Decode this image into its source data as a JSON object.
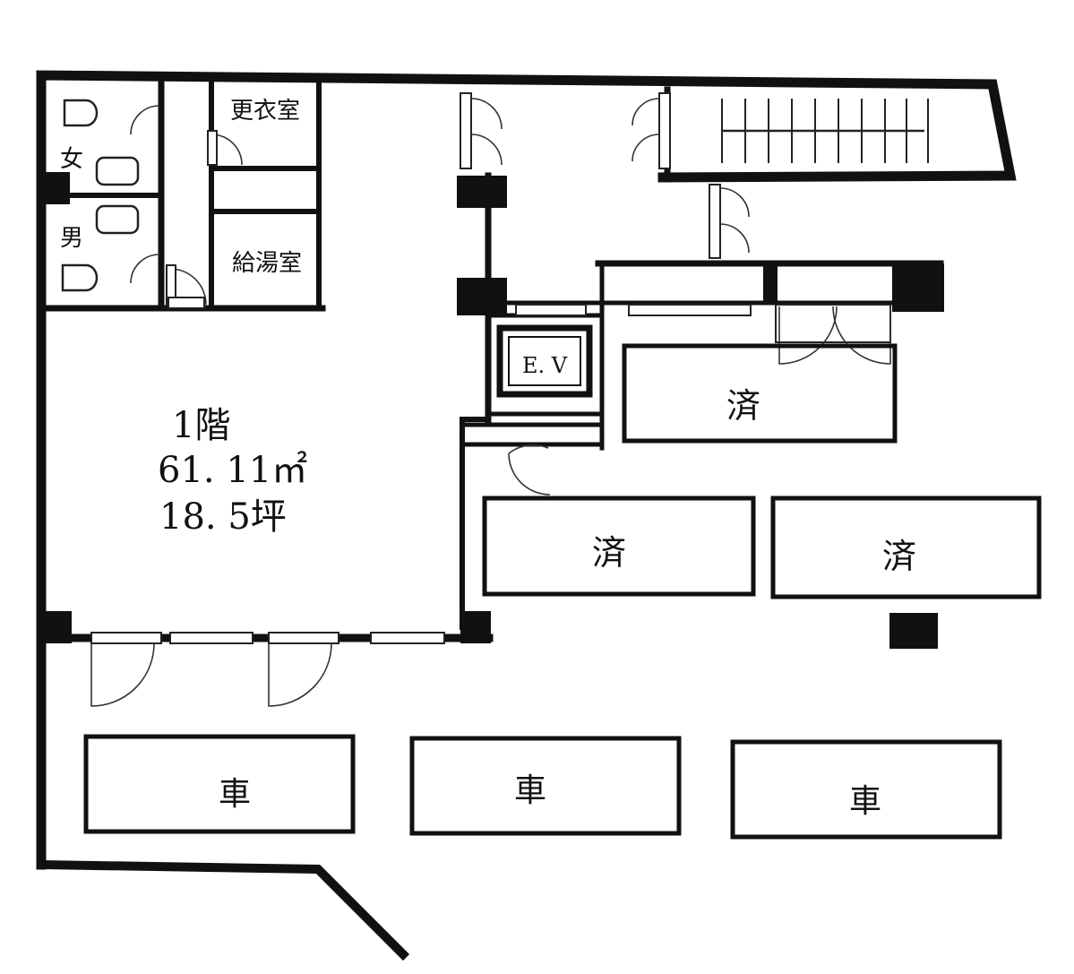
{
  "rooms": {
    "changing_room": "更衣室",
    "womens_toilet": "女",
    "mens_toilet": "男",
    "kitchenette": "給湯室",
    "elevator": "E. V",
    "main": {
      "floor": "1階",
      "area_sqm": "61. 11㎡",
      "area_tsubo": "18. 5坪"
    }
  },
  "spaces": {
    "occupied": [
      "済",
      "済",
      "済"
    ],
    "parking": [
      "車",
      "車",
      "車"
    ]
  }
}
